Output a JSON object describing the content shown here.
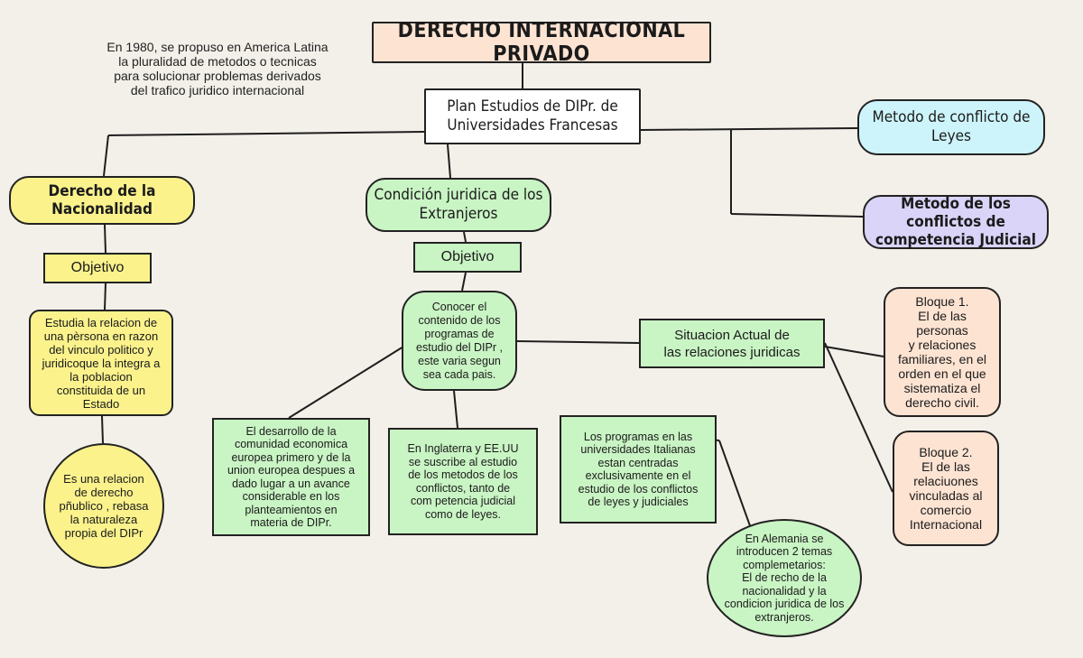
{
  "title": "DERECHO INTERNACIONAL PRIVADO",
  "note": "En 1980, se propuso en America Latina\nla pluralidad de metodos o tecnicas\npara solucionar problemas derivados\ndel trafico juridico internacional",
  "plan": "Plan Estudios de DIPr. de\nUniversidades Francesas",
  "metodo_conflicto": "Metodo de conflicto de\nLeyes",
  "metodo_competencia": "Metodo de los conflictos de\ncompetencia Judicial",
  "nacionalidad": {
    "title": "Derecho de la\nNacionalidad",
    "objetivo": "Objetivo",
    "estudia": "Estudia la relacion de\nuna pèrsona en razon\ndel vinculo politico y\njuridicoque la integra a\nla poblacion\nconstituida de un\nEstado",
    "relacion": "Es una relacion\nde derecho\npñublico , rebasa\nla naturaleza\npropia del DIPr"
  },
  "extranjeros": {
    "title": "Condición juridica  de los\nExtranjeros",
    "objetivo": "Objetivo",
    "conocer": "Conocer el\ncontenido de los\nprogramas de\nestudio del DIPr ,\neste varia segun\nsea cada pais.",
    "desarrollo": "El desarrollo de la\ncomunidad economica\neuropea primero y de  la\nunion europea despues a\ndado lugar a un avance\nconsiderable en los\nplanteamientos en\nmateria de DIPr.",
    "inglaterra": "En Inglaterra y EE.UU\nse suscribe al estudio\nde los metodos de los\nconflictos, tanto de\ncom petencia judicial\ncomo de leyes.",
    "italianas": "Los programas en las\nuniversidades Italianas\nestan centradas\nexclusivamente en el\nestudio de los conflictos\nde leyes y judiciales",
    "alemania": "En Alemania se\nintroducen 2 temas\ncomplemetarios:\nEl de recho de la\nnacionalidad y la\ncondicion juridica de los\nextranjeros."
  },
  "situacion": {
    "title": "Situacion Actual de\nlas relaciones juridicas",
    "bloque1": "Bloque 1.\nEl de las personas\ny relaciones\nfamiliares, en el\norden en el que\nsistematiza  el\nderecho civil.",
    "bloque2": "Bloque 2.\nEl de las\nrelaciuones\nvinculadas al\ncomercio\nInternacional"
  },
  "colors": {
    "yellow": "#fbf28c",
    "green": "#c9f4c4",
    "cyan": "#cdf4fb",
    "purple": "#d9d4f8",
    "peach": "#fde3d2",
    "background": "#f3f0e9"
  }
}
